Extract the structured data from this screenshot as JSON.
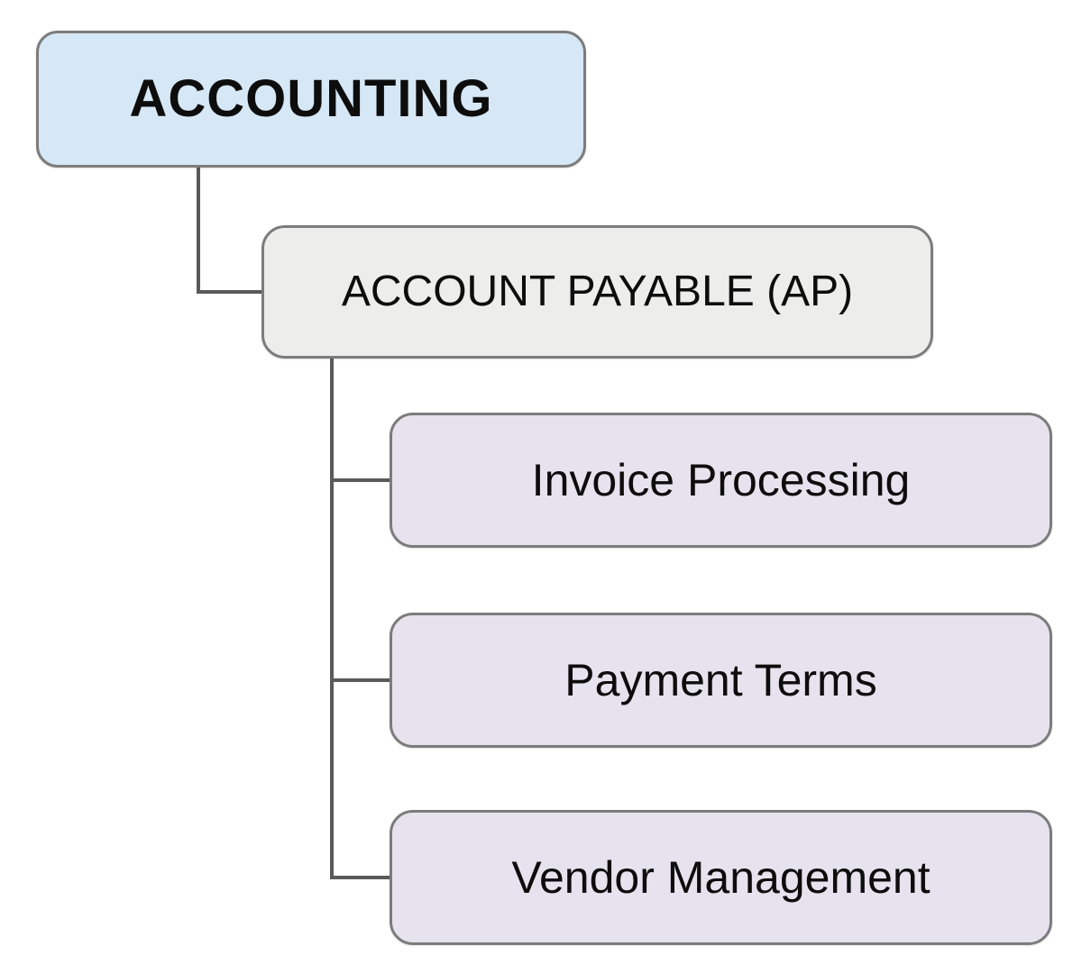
{
  "diagram": {
    "type": "hierarchy",
    "root": {
      "label": "ACCOUNTING",
      "fill": "#d6e8f5"
    },
    "level2": {
      "label": "ACCOUNT PAYABLE (AP)",
      "fill": "#ededec"
    },
    "leaves": [
      {
        "label": "Invoice Processing",
        "fill": "#e6e3ee"
      },
      {
        "label": "Payment Terms",
        "fill": "#e6e3ee"
      },
      {
        "label": "Vendor Management",
        "fill": "#e6e3ee"
      }
    ],
    "colors": {
      "node_border": "#7c7c7c",
      "connector": "#5a5a5a",
      "text": "#0d0d0d",
      "background": "#ffffff"
    }
  }
}
